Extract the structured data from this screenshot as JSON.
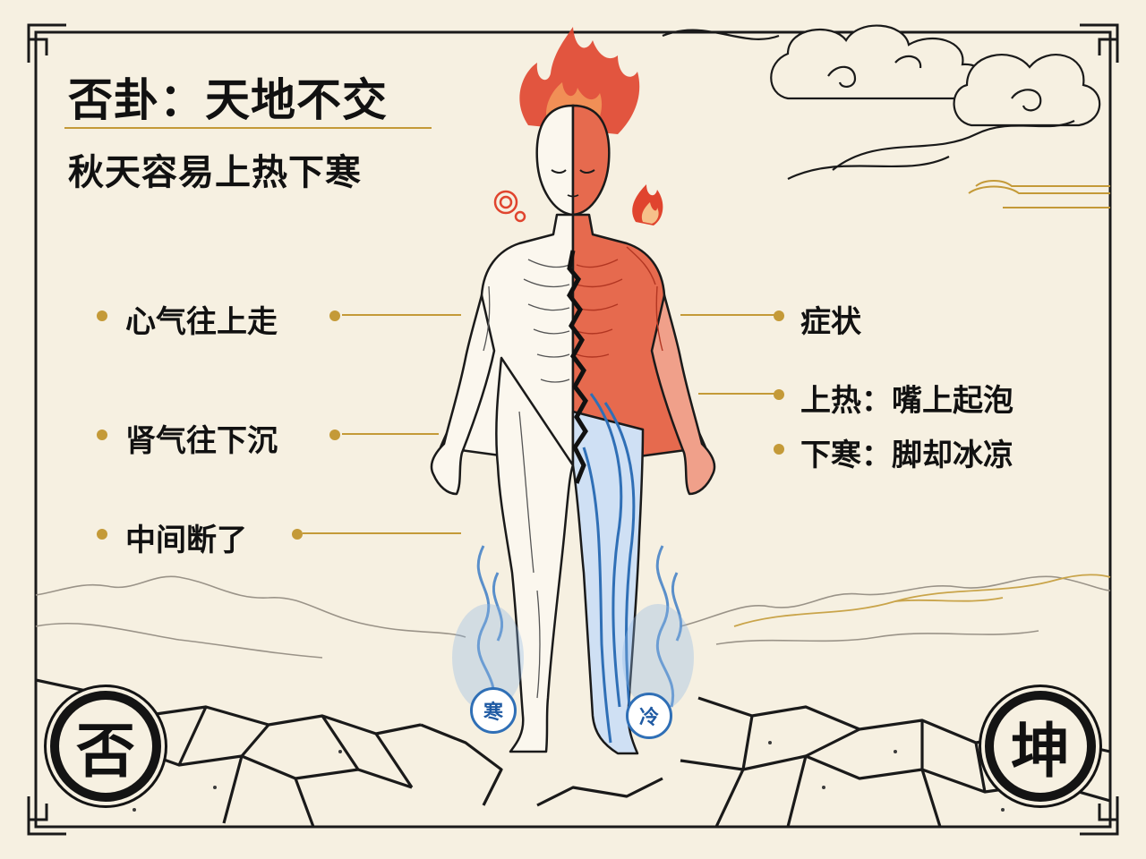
{
  "title": "否卦：天地不交",
  "subtitle": "秋天容易上热下寒",
  "left_labels": [
    {
      "text": "心气往上走"
    },
    {
      "text": "肾气往下沉"
    },
    {
      "text": "中间断了"
    }
  ],
  "right_labels": {
    "heading": "症状",
    "items": [
      {
        "text": "上热：嘴上起泡"
      },
      {
        "text": "下寒：脚却冰凉"
      }
    ]
  },
  "badges": {
    "left": "寒",
    "right": "冷"
  },
  "seals": {
    "left": "否",
    "right": "坤"
  },
  "colors": {
    "background": "#f6f0e1",
    "accent_gold": "#c49a38",
    "heat_red": "#e0442e",
    "cold_blue": "#2f6fb6",
    "ink": "#111111"
  },
  "icons": [
    "flame-icon",
    "small-flame-icon",
    "spiral-icon",
    "cloud-icon",
    "crack-icon",
    "cold-mist-icon"
  ]
}
